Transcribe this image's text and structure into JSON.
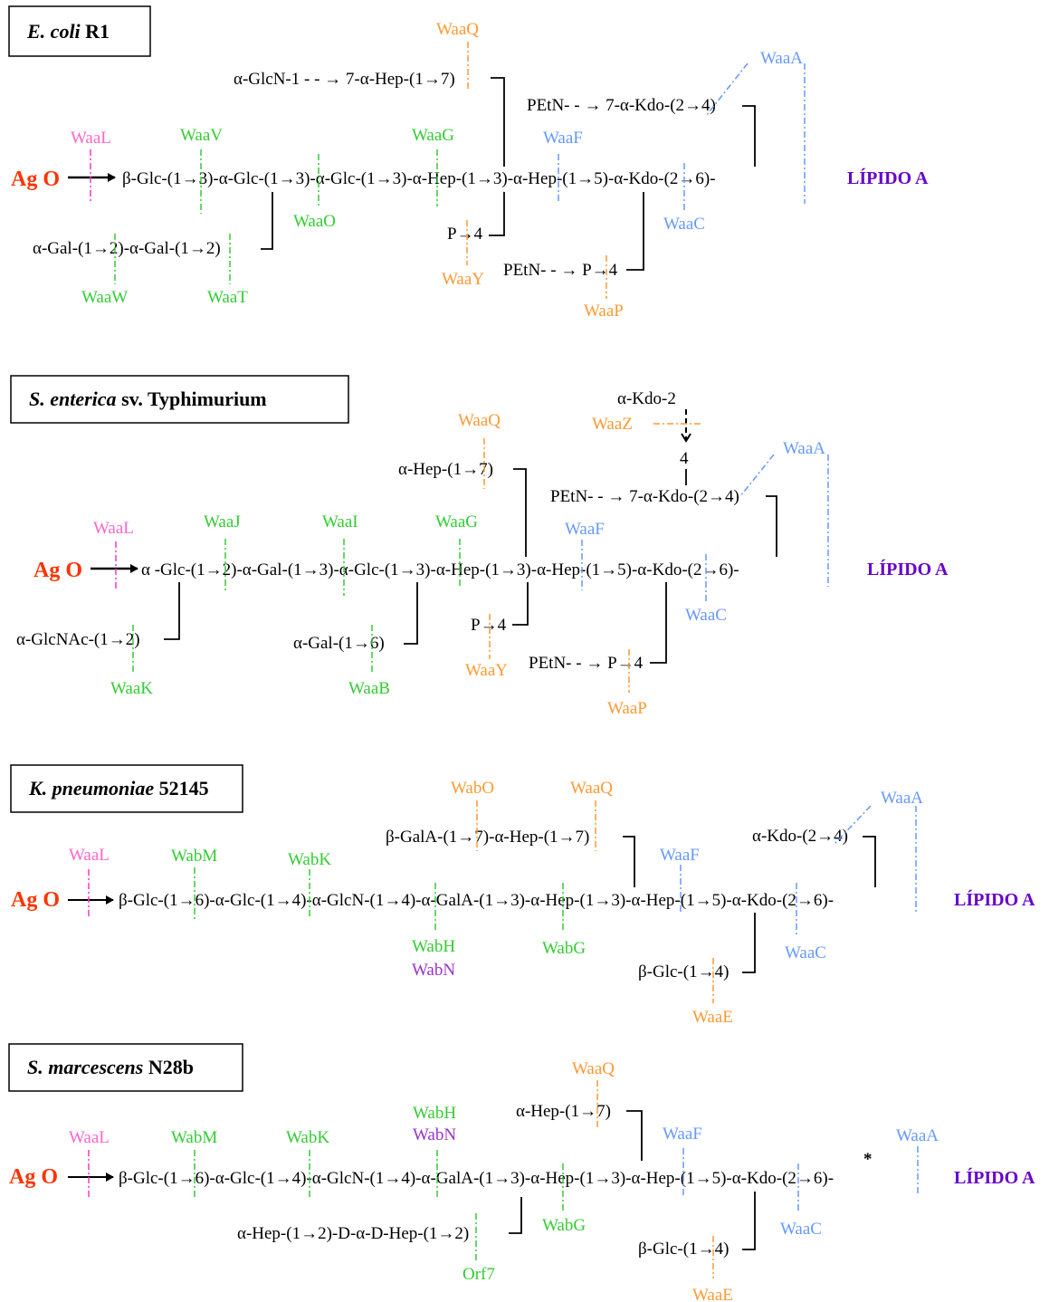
{
  "colors": {
    "text": "#000000",
    "ag_o": "#ff3300",
    "lipid_a": "#6600cc",
    "waaL": "#ff66cc",
    "green": "#33cc33",
    "orange": "#ff9933",
    "blue": "#6699ff",
    "purple": "#9933cc"
  },
  "ag_o": "Ag O",
  "lipid_a": "LÍPIDO A",
  "panels": [
    {
      "title_italic": "E. coli",
      "title_rest": " R1",
      "chains": [
        "β-Glc-(1→3)-α-Glc-(1→3)-α-Glc-(1→3)-α-Hep-(1→3)-α-Hep-(1→5)-α-Kdo-(2→6)-",
        "α-GlcN-1 - - → 7-α-Hep-(1→7)",
        "PEtN- - → 7-α-Kdo-(2→4)",
        "α-Gal-(1→2)-α-Gal-(1→2)",
        "P→4",
        "PEtN- - → P→4"
      ],
      "enzymes": [
        "WaaQ",
        "WaaA",
        "WaaL",
        "WaaV",
        "WaaG",
        "WaaF",
        "WaaO",
        "WaaC",
        "WaaY",
        "WaaW",
        "WaaT",
        "WaaP"
      ]
    },
    {
      "title_italic": "S. enterica",
      "title_rest": " sv. Typhimurium",
      "chains": [
        "α -Glc-(1→2)-α-Gal-(1→3)-α-Glc-(1→3)-α-Hep-(1→3)-α-Hep-(1→5)-α-Kdo-(2→6)-",
        "α-Kdo-2",
        "4",
        "α-Hep-(1→7)",
        "PEtN- - → 7-α-Kdo-(2→4)",
        "α-GlcNAc-(1→2)",
        "α-Gal-(1→6)",
        "P→4",
        "PEtN- - → P→4"
      ],
      "enzymes": [
        "WaaQ",
        "WaaZ",
        "WaaA",
        "WaaL",
        "WaaJ",
        "WaaI",
        "WaaG",
        "WaaF",
        "WaaC",
        "WaaK",
        "WaaB",
        "WaaY",
        "WaaP"
      ]
    },
    {
      "title_italic": "K. pneumoniae",
      "title_rest": " 52145",
      "chains": [
        "β-Glc-(1→6)-α-Glc-(1→4)-α-GlcN-(1→4)-α-GalA-(1→3)-α-Hep-(1→3)-α-Hep-(1→5)-α-Kdo-(2→6)-",
        "β-GalA-(1→7)-α-Hep-(1→7)",
        "α-Kdo-(2→4)",
        "β-Glc-(1→4)"
      ],
      "enzymes": [
        "WabO",
        "WaaQ",
        "WaaA",
        "WaaL",
        "WabM",
        "WabK",
        "WaaF",
        "WabH",
        "WabN",
        "WabG",
        "WaaC",
        "WaaE"
      ]
    },
    {
      "title_italic": "S. marcescens",
      "title_rest": " N28b",
      "chains": [
        "β-Glc-(1→6)-α-Glc-(1→4)-α-GlcN-(1→4)-α-GalA-(1→3)-α-Hep-(1→3)-α-Hep-(1→5)-α-Kdo-(2→6)-",
        "α-Hep-(1→7)",
        "α-Hep-(1→2)-D-α-D-Hep-(1→2)",
        "β-Glc-(1→4)",
        "*"
      ],
      "enzymes": [
        "WaaQ",
        "WabH",
        "WabN",
        "WaaL",
        "WabM",
        "WabK",
        "WaaF",
        "WaaA",
        "WabG",
        "WaaC",
        "Orf7",
        "WaaE"
      ]
    }
  ]
}
